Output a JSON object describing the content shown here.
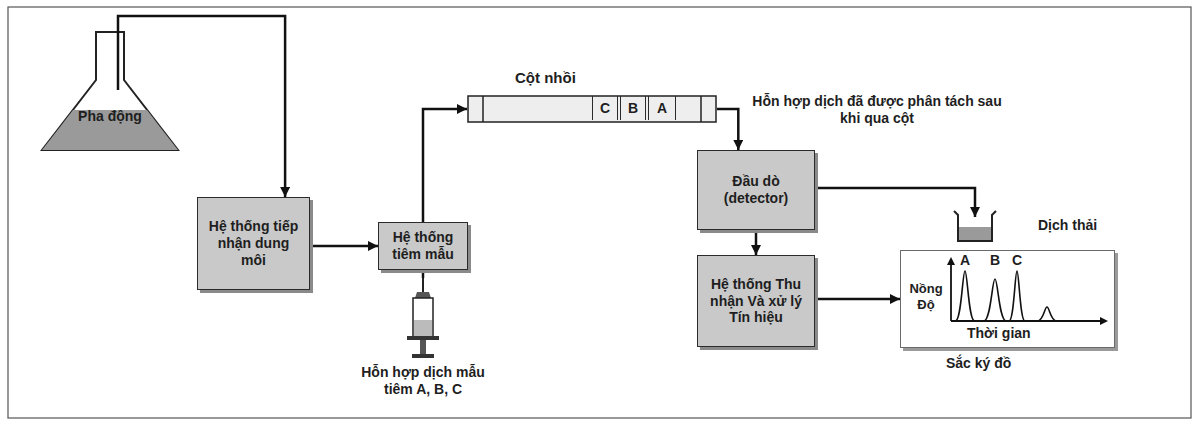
{
  "diagram": {
    "nodes": [
      {
        "text": [
          "Pha động"
        ]
      },
      {
        "text": [
          "Cột nhồi"
        ]
      },
      {
        "text": [
          "C"
        ],
        "in": 1
      },
      {
        "text": [
          "B"
        ],
        "in": 1
      },
      {
        "text": [
          "A"
        ],
        "in": 1
      },
      {
        "text": [
          "Hệ thống tiếp nhận dung môi"
        ]
      },
      {
        "text": [
          "Hệ thống tiêm mẫu"
        ]
      },
      {
        "text": [
          "Đầu dò (detector)"
        ]
      },
      {
        "text": [
          "Dịch thải"
        ]
      },
      {
        "text": [
          "Hỗn hợp dịch mẫu tiêm A, B, C"
        ]
      },
      {
        "text": [
          "Hệ thống Thu nhận Và xử lý Tín hiệu"
        ]
      },
      {
        "text": [
          "Nồng Độ",
          "A",
          "B",
          "C",
          "Thời gian",
          "Sắc ký đồ"
        ]
      }
    ],
    "edges": [
      {
        "from": 0,
        "to": 5,
        "arrow": "to"
      },
      {
        "from": 5,
        "to": 6,
        "arrow": "to"
      },
      {
        "from": 9,
        "to": 6,
        "arrow": "none"
      },
      {
        "from": 6,
        "to": 1,
        "arrow": "to"
      },
      {
        "from": 1,
        "to": 7,
        "arrow": "to"
      },
      {
        "from": 7,
        "to": 8,
        "arrow": "to"
      },
      {
        "from": 7,
        "to": 10,
        "arrow": "to"
      },
      {
        "from": 10,
        "to": 11,
        "arrow": "to"
      }
    ],
    "labels": [
      "Hỗn hợp dịch đã được phân tách sau khi qua cột"
    ]
  }
}
